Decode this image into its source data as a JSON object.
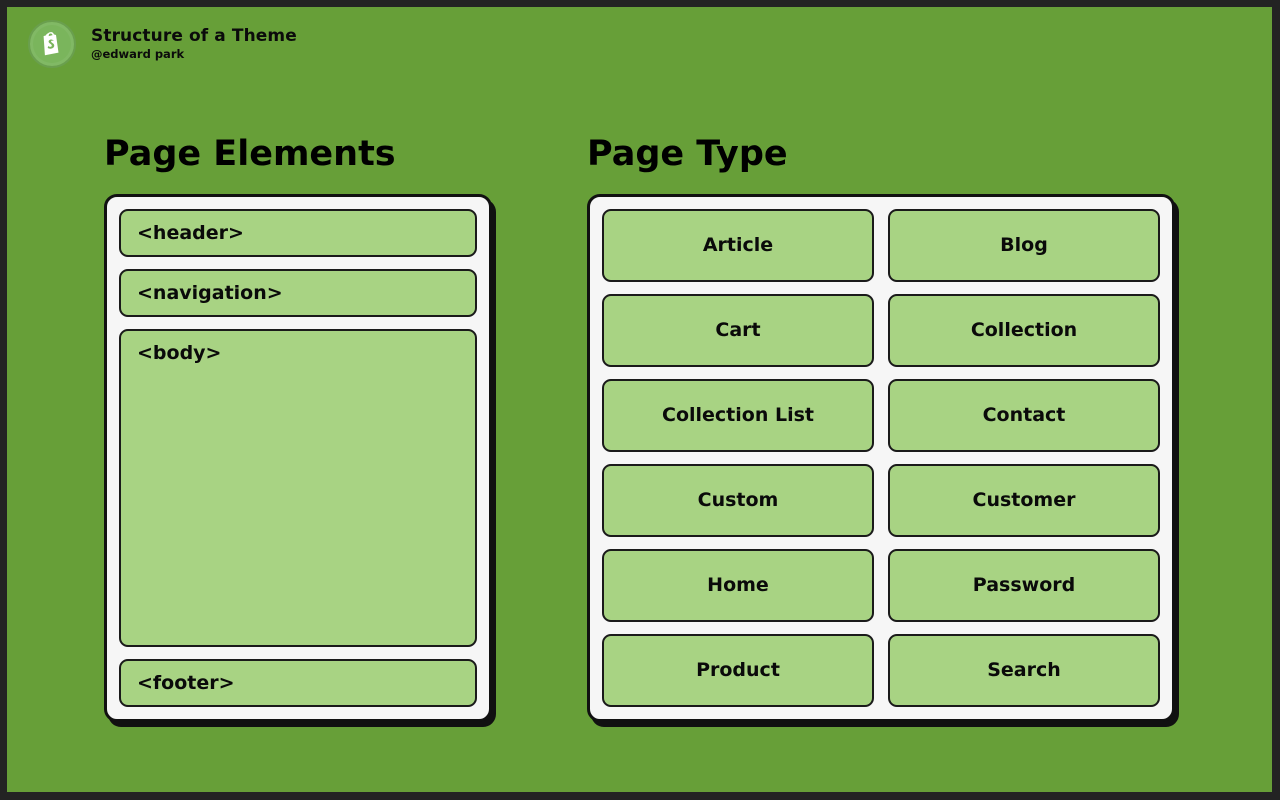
{
  "header": {
    "logo_icon": "shopify-bag-icon",
    "title": "Structure of a Theme",
    "author": "@edward park"
  },
  "colors": {
    "canvas_background": "#679F38",
    "frame_border": "#232323",
    "card_background": "#F6F6F6",
    "card_border": "#111111",
    "box_fill": "#A8D383",
    "box_border": "#1a1a1a",
    "text": "#0a0a0a"
  },
  "columns": [
    {
      "heading": "Page Elements",
      "boxes": [
        {
          "label": "<header>",
          "size": "small"
        },
        {
          "label": "<navigation>",
          "size": "small"
        },
        {
          "label": "<body>",
          "size": "tall"
        },
        {
          "label": "<footer>",
          "size": "small"
        }
      ]
    },
    {
      "heading": "Page Type",
      "items": [
        "Article",
        "Blog",
        "Cart",
        "Collection",
        "Collection List",
        "Contact",
        "Custom",
        "Customer",
        "Home",
        "Password",
        "Product",
        "Search"
      ]
    }
  ]
}
